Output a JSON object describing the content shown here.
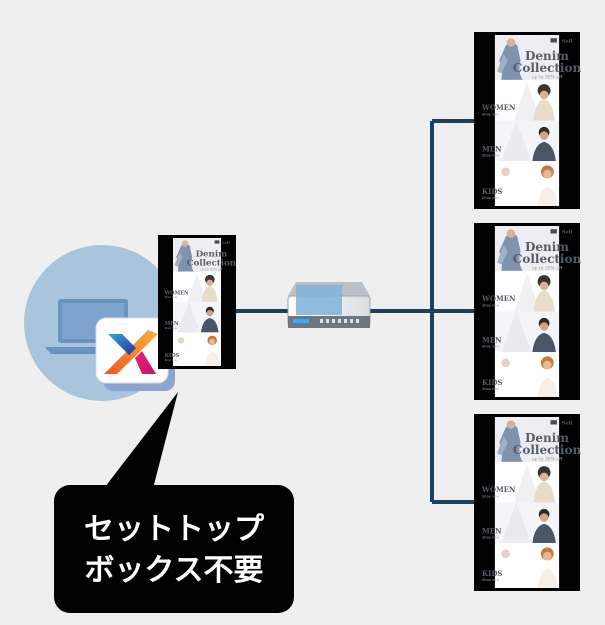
{
  "callout": {
    "lines": [
      "セットトップ",
      "ボックス不要"
    ]
  },
  "signage": {
    "badge": "Sell",
    "headline": [
      "Denim",
      "Collection"
    ],
    "tagline": "up to 30% off",
    "categories": [
      "WOMEN",
      "MEN",
      "KIDS"
    ],
    "category_sub": "Shop now"
  },
  "icons": {
    "laptop": "laptop-icon",
    "app_logo": "x-app-logo-icon",
    "router": "network-router-icon"
  },
  "colors": {
    "background": "#efefef",
    "line": "#1f3f5f",
    "circle": "#a9c4dd",
    "callout": "#000000"
  }
}
